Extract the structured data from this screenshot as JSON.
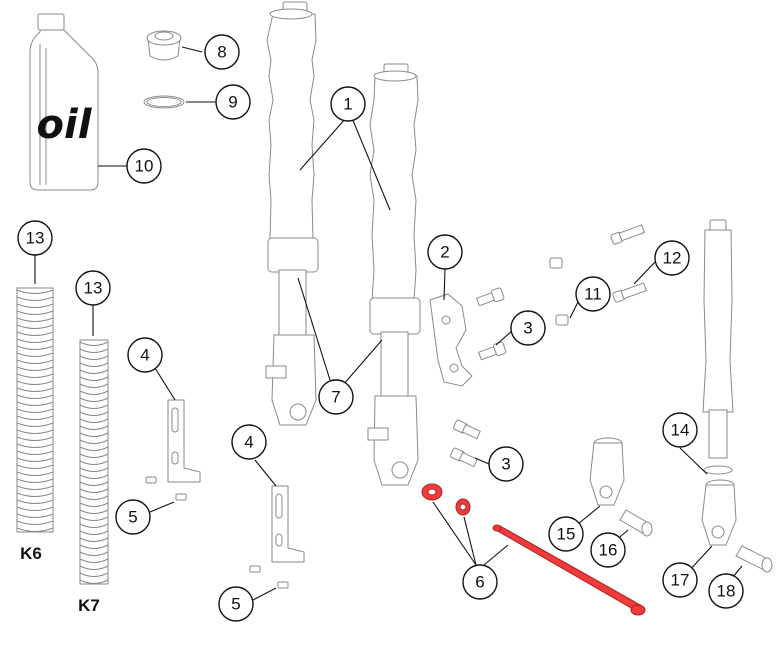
{
  "oil_label": "oil",
  "variants": {
    "k6": "K6",
    "k7": "K7"
  },
  "callouts": {
    "c1": "1",
    "c2": "2",
    "c3a": "3",
    "c3b": "3",
    "c4a": "4",
    "c4b": "4",
    "c5a": "5",
    "c5b": "5",
    "c6": "6",
    "c7": "7",
    "c8": "8",
    "c9": "9",
    "c10": "10",
    "c11": "11",
    "c12": "12",
    "c13a": "13",
    "c13b": "13",
    "c14": "14",
    "c15": "15",
    "c16": "16",
    "c17": "17",
    "c18": "18"
  },
  "colors": {
    "highlight": "#ee3b3b",
    "line": "#8a8a8a"
  }
}
